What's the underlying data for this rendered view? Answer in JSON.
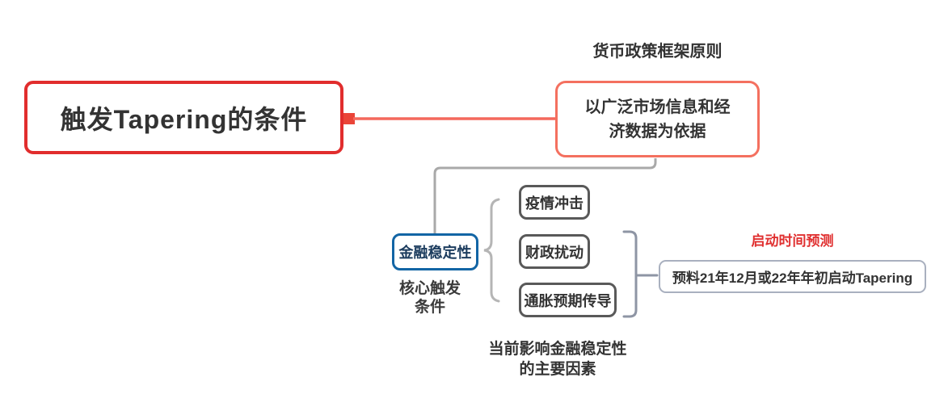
{
  "diagram": {
    "root": {
      "label": "触发Tapering的条件"
    },
    "policy": {
      "floating_title": "货币政策框架原则",
      "node_lines": [
        "以广泛市场信息和经",
        "济数据为依据"
      ]
    },
    "stability": {
      "node_label": "金融稳定性",
      "caption_lines": [
        "核心触发",
        "条件"
      ]
    },
    "factors": {
      "items": [
        "疫情冲击",
        "财政扰动",
        "通胀预期传导"
      ],
      "caption_lines": [
        "当前影响金融稳定性",
        "的主要因素"
      ]
    },
    "prediction": {
      "floating_title": "启动时间预测",
      "node_label": "预料21年12月或22年年初启动Tapering"
    },
    "colors": {
      "root_border": "#e12d2d",
      "branch_red": "#f4685c",
      "connector_nub": "#ea4438",
      "policy_border": "#f4705f",
      "connector_gray": "#a9a9a9",
      "brace_gray": "#b5b5b5",
      "bracket_gray": "#8e95a4",
      "blue_border": "#1265a5",
      "blue_text": "#1c3c5e",
      "factor_border": "#595959",
      "prediction_border": "#a9b0bf",
      "prediction_title": "#e03030",
      "text_dark": "#333333"
    }
  }
}
